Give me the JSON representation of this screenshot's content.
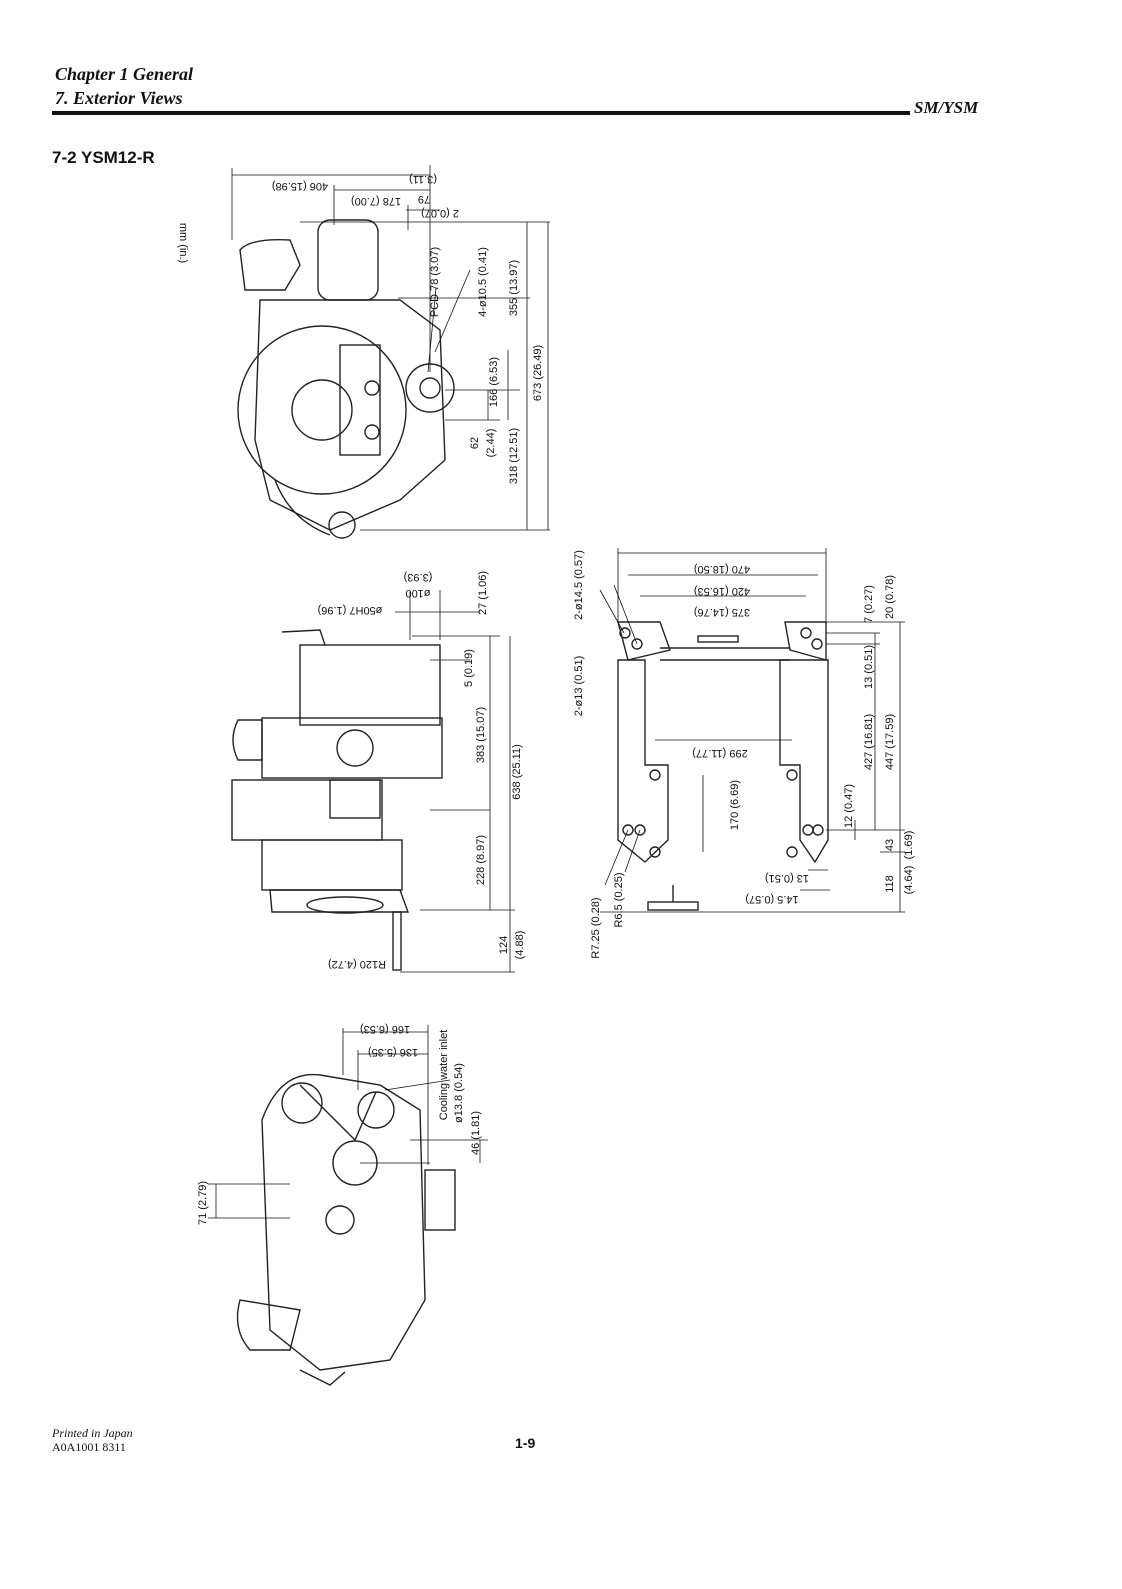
{
  "header": {
    "chapter": "Chapter 1 General",
    "section": "7. Exterior Views",
    "series": "SM/YSM"
  },
  "title": "7-2  YSM12-R",
  "units": "mm (in.)",
  "top_view": {
    "d406": "406 (15.98)",
    "d79": "79",
    "d79in": "(3.11)",
    "d178": "178 (7.00)",
    "d2": "2 (0.07)",
    "pcd": "PCD 78 (3.07)",
    "holes": "4-ø10.5 (0.41)",
    "d355": "355 (13.97)",
    "d673": "673 (26.49)",
    "d166": "166 (6.53)",
    "d62": "62",
    "d62in": "(2.44)",
    "d318": "318 (12.51)"
  },
  "side_view": {
    "d100": "ø100",
    "d100in": "(3.93)",
    "d50h7": "ø50H7 (1.96)",
    "d27": "27 (1.06)",
    "d5": "5 (0.19)",
    "d383": "383 (15.07)",
    "d638": "638 (25.11)",
    "d228": "228 (8.97)",
    "d124": "124",
    "d124in": "(4.88)",
    "r120": "R120 (4.72)"
  },
  "mount_view": {
    "d470": "470 (18.50)",
    "d420": "420 (16.53)",
    "d375": "375 (14.76)",
    "d299": "299 (11.77)",
    "d170": "170 (6.69)",
    "d13b": "13 (0.51)",
    "d145": "14.5 (0.57)",
    "h145": "2-ø14.5 (0.57)",
    "h13": "2-ø13 (0.51)",
    "r725": "R7.25 (0.28)",
    "r65": "R6.5 (0.25)",
    "d7": "7 (0.27)",
    "d20": "20 (0.78)",
    "d13": "13 (0.51)",
    "d427": "427 (16.81)",
    "d447": "447 (17.59)",
    "d12": "12 (0.47)",
    "d43": "43",
    "d169": "(1.69)",
    "d118": "118",
    "d464": "(4.64)"
  },
  "end_view": {
    "d166": "166 (6.53)",
    "d136": "136 (5.35)",
    "cw1": "Cooling water inlet",
    "cw2": "ø13.8 (0.54)",
    "d46": "46 (1.81)",
    "d71": "71 (2.79)"
  },
  "footer": {
    "printed": "Printed in Japan",
    "code": "A0A1001  8311",
    "page": "1-9"
  }
}
